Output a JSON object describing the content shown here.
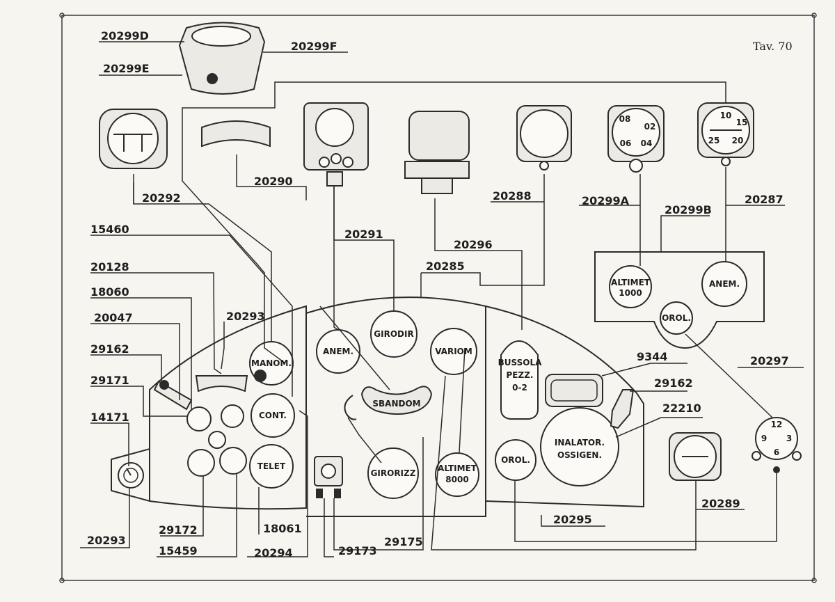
{
  "plate": {
    "title": "Tav. 70"
  },
  "part_numbers": {
    "p20299d": "20299D",
    "p20299f": "20299F",
    "p20299e": "20299E",
    "p20292": "20292",
    "p20290": "20290",
    "p20291": "20291",
    "p20296": "20296",
    "p20285": "20285",
    "p20288": "20288",
    "p20299a": "20299A",
    "p20299b": "20299B",
    "p20287": "20287",
    "p15460": "15460",
    "p20128": "20128",
    "p18060": "18060",
    "p20047": "20047",
    "p20293_top": "20293",
    "p29162_left": "29162",
    "p29171": "29171",
    "p14171": "14171",
    "p20293_bottom": "20293",
    "p29172": "29172",
    "p15459": "15459",
    "p18061": "18061",
    "p20294": "20294",
    "p29173": "29173",
    "p29175": "29175",
    "p20295": "20295",
    "p20289": "20289",
    "p9344": "9344",
    "p29162_right": "29162",
    "p22210": "22210",
    "p20297": "20297"
  },
  "instrument_labels": {
    "manom": "MANOM.",
    "cont": "CONT.",
    "telet": "TELET",
    "anem_panel": "ANEM.",
    "girodir": "GIRODIR",
    "variom": "VARIOM",
    "sbandom": "SBANDOM",
    "girorizz": "GIRORIZZ",
    "altimet8000_l1": "ALTIMET",
    "altimet8000_l2": "8000",
    "bussola_l1": "BUSSOLA",
    "bussola_l2": "PEZZ.",
    "bussola_l3": "0-2",
    "orol_panel": "OROL.",
    "inalator_l1": "INALATOR.",
    "inalator_l2": "OSSIGEN.",
    "altimet1000_l1": "ALTIMET",
    "altimet1000_l2": "1000",
    "anem_sub": "ANEM.",
    "orol_sub": "OROL."
  },
  "dial_marks": {
    "altimeter_top": [
      "08",
      "02",
      "06",
      "04"
    ],
    "anem_top": [
      "10",
      "15",
      "25",
      "20"
    ],
    "clock_right": [
      "12",
      "3",
      "6",
      "9"
    ]
  }
}
